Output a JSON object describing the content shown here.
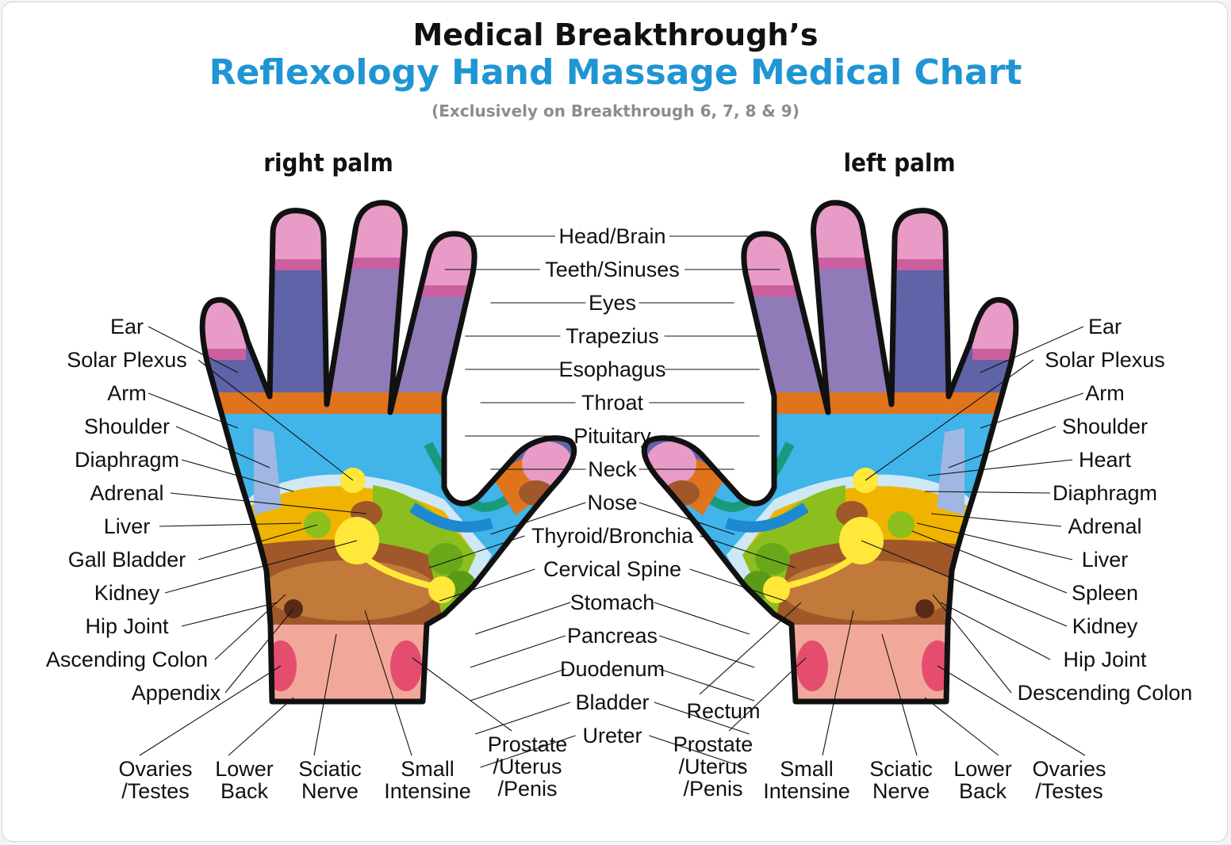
{
  "header": {
    "title": "Medical Breakthrough’s",
    "subtitle": "Reflexology Hand Massage Medical Chart",
    "note": "(Exclusively on Breakthrough 6, 7, 8 & 9)"
  },
  "palms": {
    "right": "right palm",
    "left": "left palm"
  },
  "center_labels": [
    "Head/Brain",
    "Teeth/Sinuses",
    "Eyes",
    "Trapezius",
    "Esophagus",
    "Throat",
    "Pituitary",
    "Neck",
    "Nose",
    "Thyroid/Bronchia",
    "Cervical Spine",
    "Stomach",
    "Pancreas",
    "Duodenum",
    "Bladder",
    "Ureter",
    "Rectum"
  ],
  "right_palm_side_labels": [
    "Ear",
    "Solar Plexus",
    "Arm",
    "Shoulder",
    "Diaphragm",
    "Adrenal",
    "Liver",
    "Gall Bladder",
    "Kidney",
    "Hip Joint",
    "Ascending Colon",
    "Appendix"
  ],
  "left_palm_side_labels": [
    "Ear",
    "Solar Plexus",
    "Arm",
    "Shoulder",
    "Heart",
    "Diaphragm",
    "Adrenal",
    "Liver",
    "Spleen",
    "Kidney",
    "Hip Joint",
    "Descending Colon"
  ],
  "right_palm_bottom_labels": [
    [
      "Ovaries",
      "/Testes"
    ],
    [
      "Lower",
      "Back"
    ],
    [
      "Sciatic",
      "Nerve"
    ],
    [
      "Small",
      "Intensine"
    ],
    [
      "Prostate",
      "/Uterus",
      "/Penis"
    ]
  ],
  "left_palm_bottom_labels": [
    [
      "Prostate",
      "/Uterus",
      "/Penis"
    ],
    [
      "Small",
      "Intensine"
    ],
    [
      "Sciatic",
      "Nerve"
    ],
    [
      "Lower",
      "Back"
    ],
    [
      "Ovaries",
      "/Testes"
    ]
  ],
  "zone_colors": {
    "fingertip": "#e79bc6",
    "finger_purple": "#8f7bb8",
    "finger_blue": "#5f63a8",
    "orange_band": "#e0741c",
    "sky": "#41b4ea",
    "yellow": "#f0b400",
    "green": "#8cbf1e",
    "brown": "#a0582a",
    "wrist": "#f1a89a",
    "wrist_spot": "#e54d6e",
    "spot_yellow": "#ffe83a",
    "heart": "#e85a5a",
    "outline": "#111111"
  }
}
